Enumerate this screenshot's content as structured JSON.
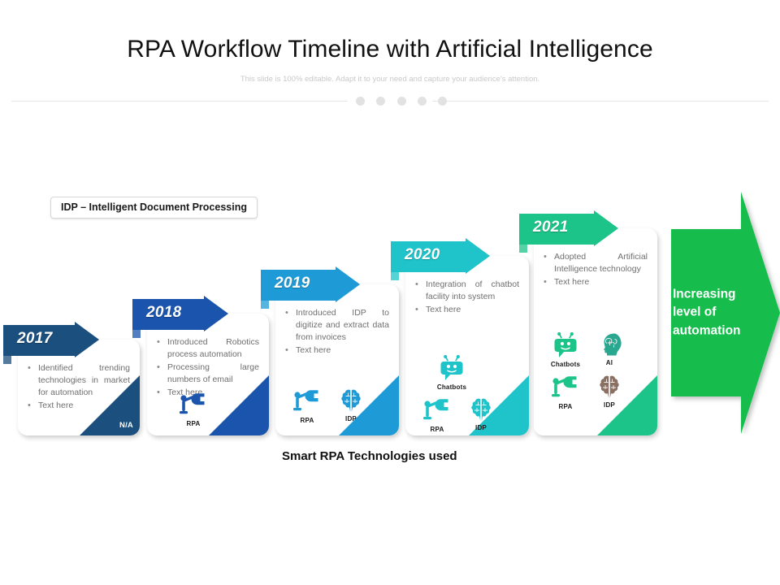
{
  "header": {
    "title": "RPA Workflow Timeline with Artificial Intelligence",
    "subtitle": "This slide is 100% editable. Adapt it to your need and capture your audience's attention."
  },
  "legend": {
    "idp_box": "IDP – Intelligent Document Processing"
  },
  "caption": "Smart RPA Technologies used",
  "big_arrow": {
    "text": "Increasing level of automation",
    "line1": "Increasing",
    "line2": "level of",
    "line3": "automation",
    "color": "#17bd4e"
  },
  "milestones": [
    {
      "year": "2017",
      "color": "#1b4f7e",
      "corner_label": "N/A",
      "bullets": [
        "Identified trending technologies in market for automation",
        "Text here"
      ],
      "technologies": []
    },
    {
      "year": "2018",
      "color": "#1a54ad",
      "corner_label": "",
      "bullets": [
        "Introduced Robotics process automation",
        "Processing large numbers of email",
        "Text here"
      ],
      "technologies": [
        {
          "label": "RPA",
          "icon": "robot-arm-icon",
          "color": "#1a54ad"
        }
      ]
    },
    {
      "year": "2019",
      "color": "#1e9bd7",
      "corner_label": "",
      "bullets": [
        "Introduced IDP to digitize and extract data from invoices",
        "Text here"
      ],
      "technologies": [
        {
          "label": "RPA",
          "icon": "robot-arm-icon",
          "color": "#1e9bd7"
        },
        {
          "label": "IDP",
          "icon": "brain-icon",
          "color": "#1e9bd7"
        }
      ]
    },
    {
      "year": "2020",
      "color": "#1ec4c9",
      "corner_label": "",
      "bullets": [
        "Integration of chatbot facility into system",
        "Text here"
      ],
      "technologies": [
        {
          "label": "Chatbots",
          "icon": "chatbot-icon",
          "color": "#1ec4c9"
        },
        {
          "label": "RPA",
          "icon": "robot-arm-icon",
          "color": "#1ec4c9"
        },
        {
          "label": "IDP",
          "icon": "brain-icon",
          "color": "#1ec4c9"
        }
      ]
    },
    {
      "year": "2021",
      "color": "#1cc48a",
      "corner_label": "",
      "bullets": [
        "Adopted Artificial Intelligence technology",
        "Text here"
      ],
      "technologies": [
        {
          "label": "Chatbots",
          "icon": "chatbot-icon",
          "color": "#1cc48a"
        },
        {
          "label": "AI",
          "icon": "head-brain-icon",
          "color": "#2aa78f"
        },
        {
          "label": "RPA",
          "icon": "robot-arm-icon",
          "color": "#1cc48a"
        },
        {
          "label": "IDP",
          "icon": "brain-icon",
          "color": "#8a7063"
        }
      ]
    }
  ]
}
